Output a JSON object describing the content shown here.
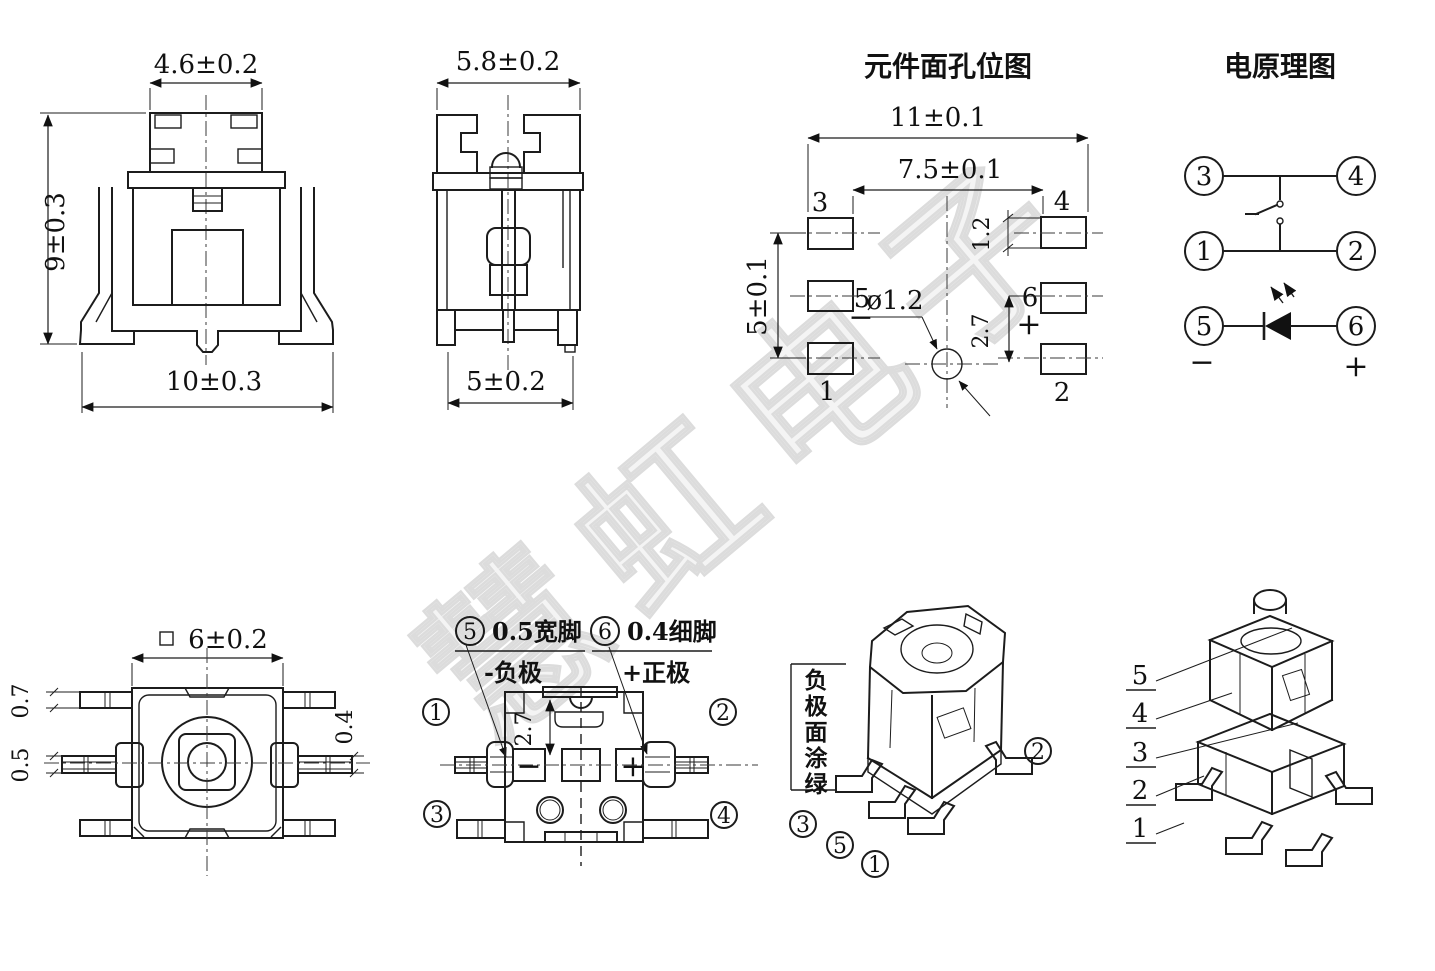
{
  "watermark": {
    "text": "慧虹电子",
    "color": "#dcdcdc"
  },
  "front_view": {
    "dim_top": "4.6±0.2",
    "dim_height": "9±0.3",
    "dim_bottom": "10±0.3"
  },
  "side_view": {
    "dim_top": "5.8±0.2",
    "dim_bottom": "5±0.2"
  },
  "hole_map": {
    "title": "元件面孔位图",
    "dim_overall": "11±0.1",
    "dim_inner": "7.5±0.1",
    "dim_vertical": "5±0.1",
    "dim_pad_height": "1.2",
    "dim_row": "2.7",
    "hole_callout": "ø1.2",
    "pads": {
      "p1": "1",
      "p2": "2",
      "p3": "3",
      "p4": "4",
      "p5": "5",
      "p6": "6"
    },
    "p5_sign": "−",
    "p6_sign": "+"
  },
  "schematic": {
    "title": "电原理图",
    "pins": {
      "p1": "1",
      "p2": "2",
      "p3": "3",
      "p4": "4",
      "p5": "5",
      "p6": "6"
    },
    "minus": "−",
    "plus": "+"
  },
  "top_view": {
    "square_mark": "□",
    "dim_size": "6±0.2",
    "dim_leg_top": "0.7",
    "dim_leg_mid": "0.5",
    "dim_leg_right": "0.4"
  },
  "bottom_view": {
    "legend5_num": "5",
    "legend5_text": "0.5宽脚",
    "legend5_sub": "-负极",
    "legend6_num": "6",
    "legend6_text": "0.4细脚",
    "legend6_sub": "+正极",
    "dim_row": "2.7",
    "pad_minus": "−",
    "pad_plus": "+",
    "pins": {
      "p1": "1",
      "p2": "2",
      "p3": "3",
      "p4": "4"
    }
  },
  "iso_view1": {
    "note": "负极面涂绿",
    "pins": {
      "p1": "1",
      "p2": "2",
      "p3": "3",
      "p5": "5"
    }
  },
  "iso_view2": {
    "labels": [
      "5",
      "4",
      "3",
      "2",
      "1"
    ]
  }
}
